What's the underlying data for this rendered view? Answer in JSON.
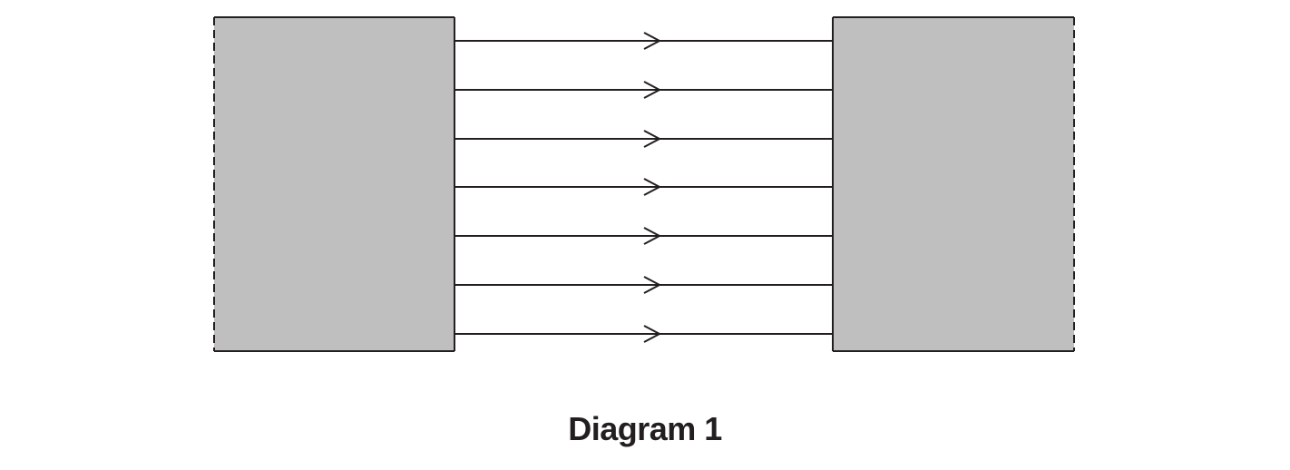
{
  "caption": "Diagram 1",
  "colors": {
    "block_fill": "#bfbfbf",
    "stroke": "#231f20",
    "background": "#ffffff"
  },
  "diagram": {
    "blocks": [
      "left-block",
      "right-block"
    ],
    "arrow_count": 7,
    "arrow_direction": "left-to-right"
  }
}
